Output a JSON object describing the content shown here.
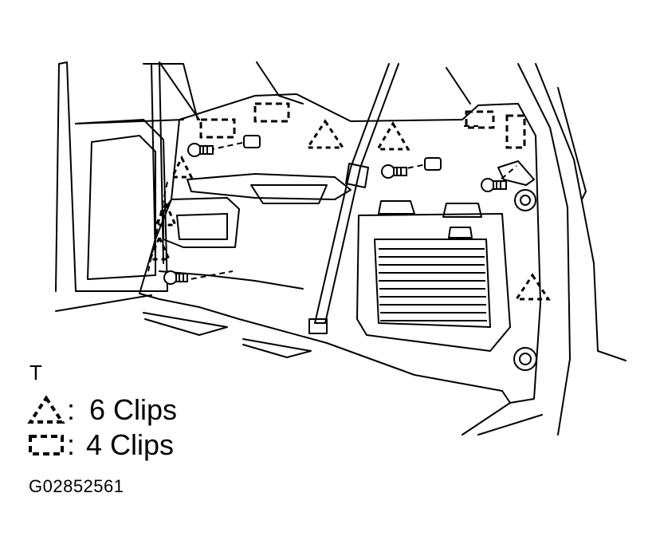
{
  "legend": {
    "marker": "T",
    "triangle_colon": ":",
    "triangle_label": "6 Clips",
    "rect_colon": ":",
    "rect_label": "4 Clips"
  },
  "figure_code": "G02852561",
  "icons": {
    "triangle": "triangle-clip-icon",
    "rect": "rectangle-clip-icon",
    "screw": "screw-icon"
  },
  "colors": {
    "line": "#000000",
    "background": "#ffffff"
  }
}
